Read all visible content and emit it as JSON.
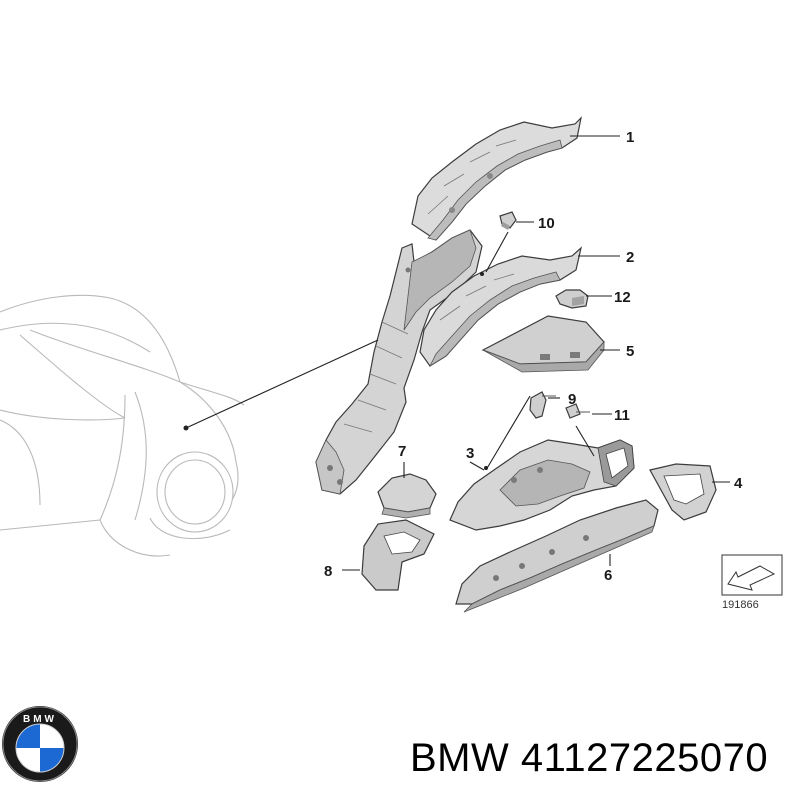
{
  "diagram": {
    "callouts": [
      "1",
      "2",
      "3",
      "4",
      "5",
      "6",
      "7",
      "8",
      "9",
      "10",
      "11",
      "12"
    ],
    "reference_number": "191866"
  },
  "brand": {
    "logo_text": "BMW",
    "logo_icon": "bmw-roundel-icon"
  },
  "caption": {
    "text": "BMW 41127225070"
  },
  "colors": {
    "part_fill": "#d9d9d9",
    "part_shadow": "#a8a8a8",
    "car_outline": "#b9b9b9",
    "logo_blue": "#1c69d4",
    "logo_ring": "#1a1a1a"
  }
}
